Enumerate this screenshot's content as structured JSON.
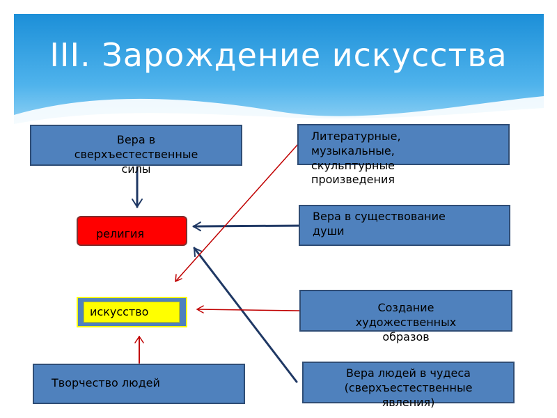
{
  "title": "III. Зарождение искусства",
  "colors": {
    "box_fill": "#4f81bd",
    "box_border": "#2f4d75",
    "religion_fill": "#ff0000",
    "art_fill": "#ffff00",
    "arrow_dark": "#1f3864",
    "arrow_red": "#c00000"
  },
  "nodes": {
    "faith_supernatural": {
      "lines": [
        "Вера в",
        "сверхъестественные",
        "силы"
      ]
    },
    "works": {
      "lines": [
        "Литературные,",
        "музыкальные,",
        "скульптурные",
        "произведения"
      ]
    },
    "soul_belief": {
      "lines": [
        "Вера в существование",
        "души"
      ]
    },
    "religion": "религия",
    "art": "искусство",
    "artistic_images": {
      "lines": [
        "Создание",
        "художественных",
        "образов"
      ]
    },
    "people_creativity": "Творчество людей",
    "miracles": {
      "lines": [
        "Вера людей в чудеса",
        "(сверхъестественные",
        "явления)"
      ]
    }
  }
}
